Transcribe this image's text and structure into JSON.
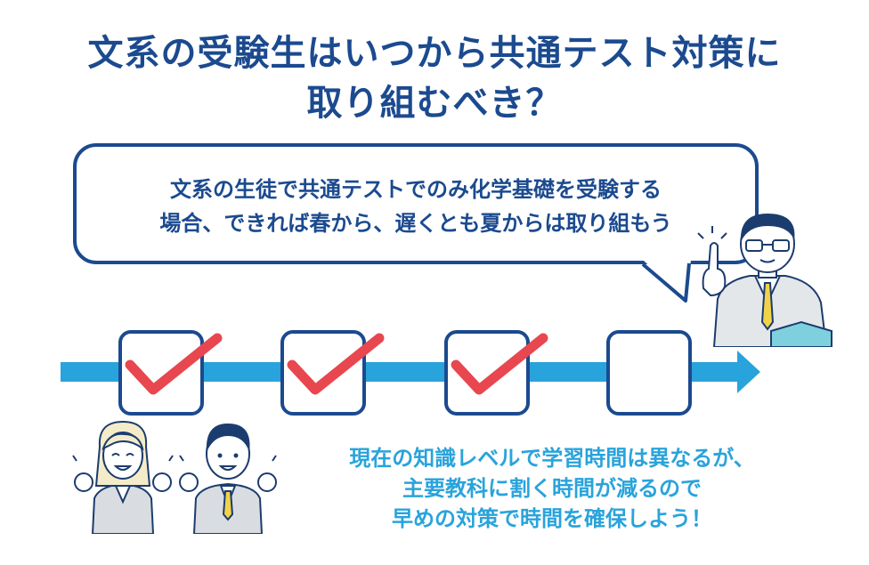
{
  "title": {
    "line1": "文系の受験生はいつから共通テスト対策に",
    "line2": "取り組むべき？"
  },
  "speech": {
    "line1": "文系の生徒で共通テストでのみ化学基礎を受験する",
    "line2": "場合、できれば春から、遅くとも夏からは取り組もう"
  },
  "timeline": {
    "steps": [
      {
        "checked": true
      },
      {
        "checked": true
      },
      {
        "checked": true
      },
      {
        "checked": false
      }
    ]
  },
  "message": {
    "line1": "現在の知識レベルで学習時間は異なるが、",
    "line2": "主要教科に割く時間が減るので",
    "line3": "早めの対策で時間を確保しよう！"
  },
  "colors": {
    "navy": "#1b4a8f",
    "arrow_blue": "#29a3db",
    "check_red": "#e8474f"
  }
}
